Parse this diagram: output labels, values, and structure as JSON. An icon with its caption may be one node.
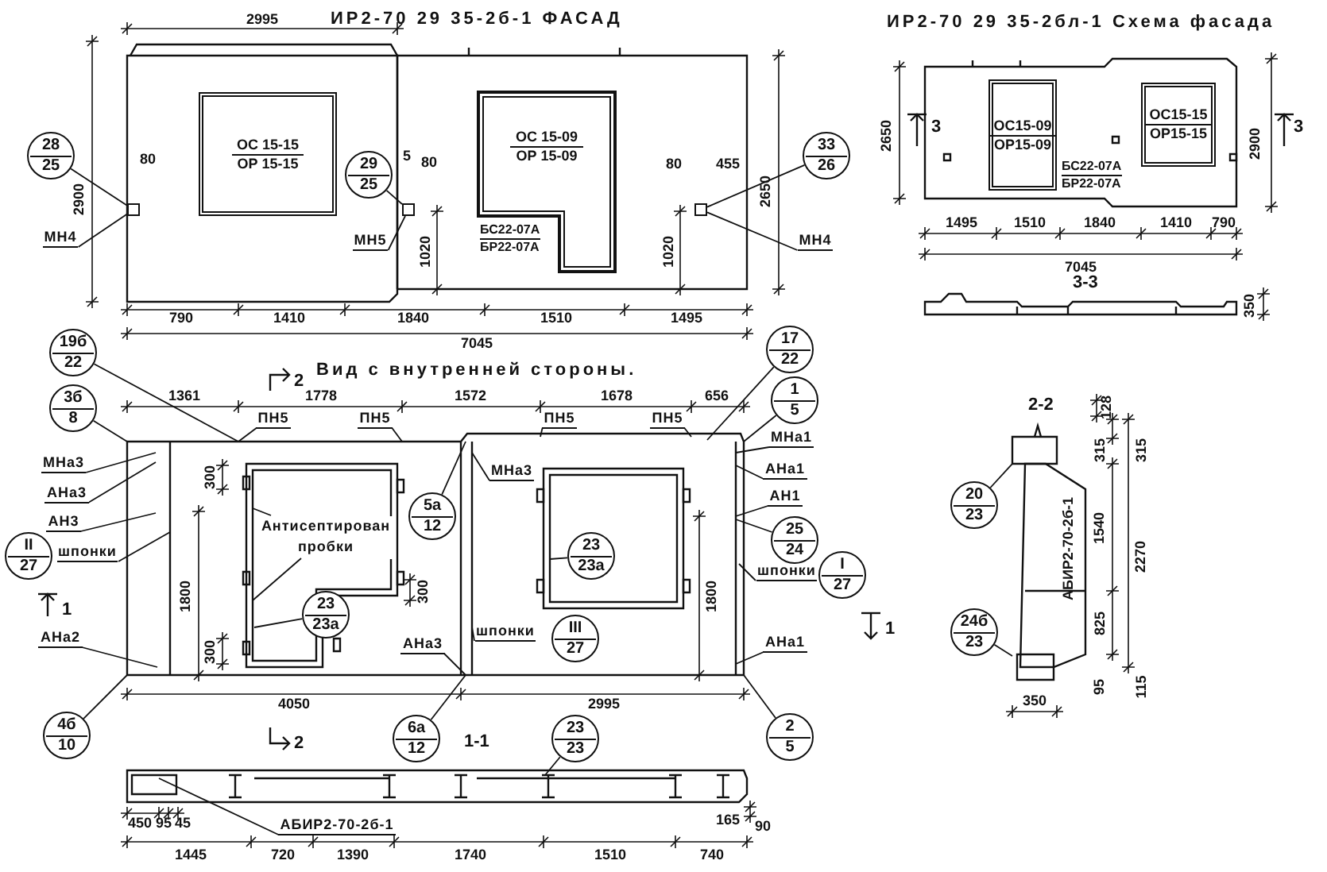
{
  "diagram": {
    "nodes": [
      {
        "text": [
          "ОС 15-15",
          "ОР 15-15"
        ]
      },
      {
        "text": [
          "ОС 15-09",
          "ОР 15-09"
        ],
        "beside": [
          "БС22-07А",
          "БР22-07А"
        ]
      },
      {
        "text": [
          "28",
          "25"
        ]
      },
      {
        "text": [
          "МН4"
        ]
      },
      {
        "text": [
          "29",
          "25"
        ]
      },
      {
        "text": [
          "МН5"
        ]
      },
      {
        "text": [
          "33",
          "26"
        ]
      },
      {
        "text": [
          "МН4"
        ]
      },
      {
        "text": [
          "ОС15-09",
          "ОР15-09"
        ],
        "beside": [
          "БС22-07А",
          "БР22-07А"
        ]
      },
      {
        "text": [
          "ОС15-15",
          "ОР15-15"
        ]
      },
      {
        "text": [
          "19б",
          "22"
        ]
      },
      {
        "text": [
          "3б",
          "8"
        ]
      },
      {
        "text": [
          "МНа3"
        ]
      },
      {
        "text": [
          "АНа3"
        ]
      },
      {
        "text": [
          "АН3"
        ]
      },
      {
        "text": [
          "II",
          "27"
        ]
      },
      {
        "text": [
          "шпонки"
        ]
      },
      {
        "text": [
          "АНа2"
        ]
      },
      {
        "text": [
          "4б",
          "10"
        ]
      },
      {
        "text": [
          "ПН5"
        ]
      },
      {
        "text": [
          "ПН5"
        ]
      },
      {
        "text": [],
        "shape": "picture"
      },
      {
        "text": [
          "Антисептирован пробки"
        ],
        "in": 21
      },
      {
        "text": [
          "23",
          "23а"
        ],
        "in": 21
      },
      {
        "text": [
          "5а",
          "12"
        ],
        "in": 21
      },
      {
        "text": [
          "МНа3"
        ],
        "in": 21
      },
      {
        "text": [
          "ПН5"
        ]
      },
      {
        "text": [
          "ПН5"
        ]
      },
      {
        "text": [
          "23",
          "23а"
        ],
        "in": 21
      },
      {
        "text": [
          "шпонки"
        ],
        "in": 21
      },
      {
        "text": [
          "III",
          "27"
        ],
        "in": 21
      },
      {
        "text": [
          "АНа3"
        ],
        "in": 21
      },
      {
        "text": [
          "6а",
          "12"
        ]
      },
      {
        "text": [
          "17",
          "22"
        ]
      },
      {
        "text": [
          "1",
          "5"
        ]
      },
      {
        "text": [
          "МНа1"
        ]
      },
      {
        "text": [
          "АНа1"
        ]
      },
      {
        "text": [
          "АН1"
        ]
      },
      {
        "text": [
          "25",
          "24"
        ]
      },
      {
        "text": [
          "шпонки"
        ]
      },
      {
        "text": [
          "I",
          "27"
        ]
      },
      {
        "text": [
          "АНа1"
        ]
      },
      {
        "text": [
          "2",
          "5"
        ]
      },
      {
        "text": [
          "23",
          "23"
        ]
      },
      {
        "text": [
          "АБИР2-70-2б-1"
        ]
      },
      {
        "text": [
          "20",
          "23"
        ]
      },
      {
        "text": [
          "24б",
          "23"
        ]
      },
      {
        "text": [],
        "shape": "box"
      },
      {
        "text": [],
        "shape": "box"
      },
      {
        "text": [],
        "shape": "box"
      },
      {
        "text": [],
        "shape": "picture"
      },
      {
        "text": [],
        "shape": "picture"
      }
    ],
    "edges": [
      {
        "from": 2,
        "to": 47,
        "arrow": "none"
      },
      {
        "from": 3,
        "to": 47,
        "arrow": "none"
      },
      {
        "from": 4,
        "to": 48,
        "arrow": "none"
      },
      {
        "from": 5,
        "to": 48,
        "arrow": "none"
      },
      {
        "from": 6,
        "to": 49,
        "arrow": "none"
      },
      {
        "from": 7,
        "to": 49,
        "arrow": "none"
      },
      {
        "from": 10,
        "to": 21,
        "arrow": "none"
      },
      {
        "from": 11,
        "to": 21,
        "arrow": "none"
      },
      {
        "from": 12,
        "to": 21,
        "arrow": "none"
      },
      {
        "from": 13,
        "to": 21,
        "arrow": "none"
      },
      {
        "from": 14,
        "to": 21,
        "arrow": "none"
      },
      {
        "from": 16,
        "to": 21,
        "arrow": "none"
      },
      {
        "from": 17,
        "to": 21,
        "arrow": "none"
      },
      {
        "from": 18,
        "to": 21,
        "arrow": "none"
      },
      {
        "from": 19,
        "to": 21,
        "arrow": "none"
      },
      {
        "from": 20,
        "to": 21,
        "arrow": "none"
      },
      {
        "from": 22,
        "to": 21,
        "arrow": "none"
      },
      {
        "from": 22,
        "to": 21,
        "arrow": "none"
      },
      {
        "from": 23,
        "to": 21,
        "arrow": "none"
      },
      {
        "from": 24,
        "to": 21,
        "arrow": "none"
      },
      {
        "from": 25,
        "to": 21,
        "arrow": "none"
      },
      {
        "from": 26,
        "to": 21,
        "arrow": "none"
      },
      {
        "from": 27,
        "to": 21,
        "arrow": "none"
      },
      {
        "from": 33,
        "to": 21,
        "arrow": "none"
      },
      {
        "from": 28,
        "to": 21,
        "arrow": "none"
      },
      {
        "from": 29,
        "to": 21,
        "arrow": "none"
      },
      {
        "from": 31,
        "to": 21,
        "arrow": "none"
      },
      {
        "from": 32,
        "to": 21,
        "arrow": "none"
      },
      {
        "from": 34,
        "to": 21,
        "arrow": "none"
      },
      {
        "from": 35,
        "to": 21,
        "arrow": "none"
      },
      {
        "from": 36,
        "to": 21,
        "arrow": "none"
      },
      {
        "from": 37,
        "to": 21,
        "arrow": "none"
      },
      {
        "from": 38,
        "to": 21,
        "arrow": "none"
      },
      {
        "from": 39,
        "to": 21,
        "arrow": "none"
      },
      {
        "from": 41,
        "to": 21,
        "arrow": "none"
      },
      {
        "from": 42,
        "to": 21,
        "arrow": "none"
      },
      {
        "from": 43,
        "to": 50,
        "arrow": "none"
      },
      {
        "from": 44,
        "to": 50,
        "arrow": "none"
      },
      {
        "from": 45,
        "to": 51,
        "arrow": "none"
      },
      {
        "from": 46,
        "to": 51,
        "arrow": "none"
      }
    ],
    "labels": [
      "2995",
      "ИР2-70 29 35-2б-1 ФАСАД",
      "ИР2-70 29 35-2бл-1 Схема фасада",
      "80",
      "5",
      "80",
      "80",
      "455",
      "2900",
      "2650",
      "1020",
      "1020",
      "3",
      "2650",
      "2900",
      "3",
      "790",
      "1410",
      "1840",
      "1510",
      "1495",
      "7045",
      "1495",
      "1510",
      "1840",
      "1410",
      "790",
      "7045",
      "3-3",
      "350",
      "2",
      "Вид с внутренней стороны.",
      "1361",
      "1778",
      "1572",
      "1678",
      "656",
      "2-2",
      "128",
      "315",
      "315",
      "300",
      "1800",
      "1800",
      "1",
      "1",
      "300",
      "300",
      "АБИР2-70-2б-1",
      "1540",
      "2270",
      "825",
      "95",
      "115",
      "4050",
      "2995",
      "350",
      "2",
      "1-1",
      "450",
      "95",
      "45",
      "165",
      "90",
      "1445",
      "720",
      "1390",
      "1740",
      "1510",
      "740"
    ]
  }
}
